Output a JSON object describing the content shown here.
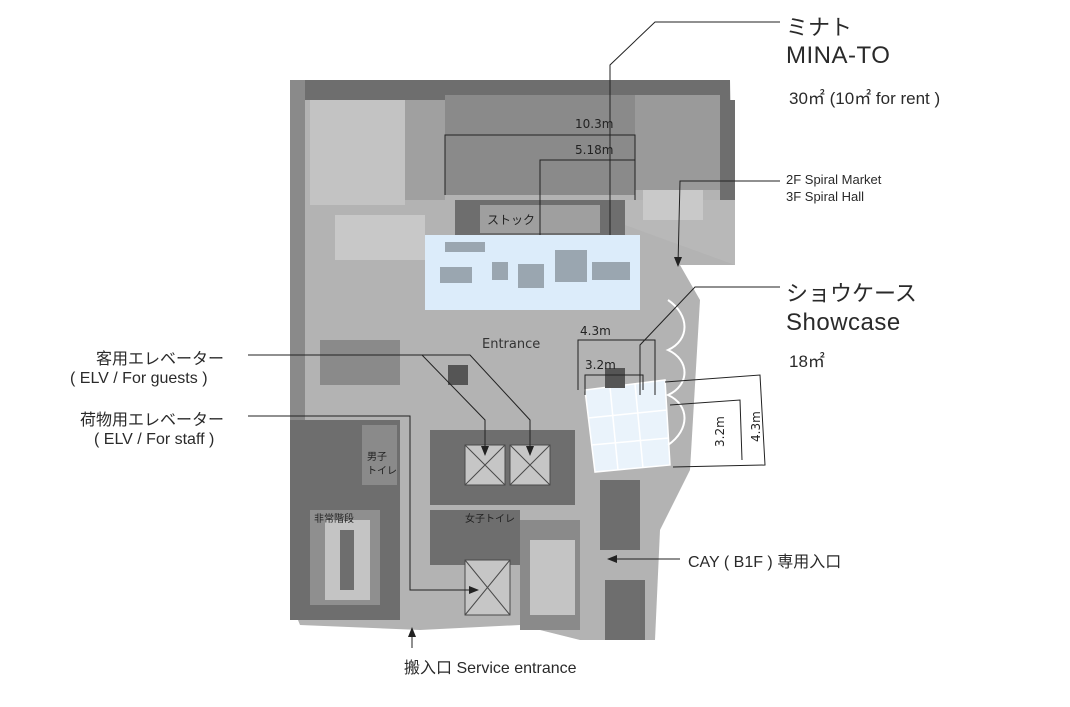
{
  "minato": {
    "jp": "ミナト",
    "en": "MINA-TO",
    "area": "30㎡ (10㎡ for rent )"
  },
  "dims_minato": {
    "w1": "10.3m",
    "w2": "5.18m"
  },
  "upper_floors": {
    "line1": "2F Spiral Market",
    "line2": "3F Spiral Hall"
  },
  "showcase": {
    "jp": "ショウケース",
    "en": "Showcase",
    "area": "18㎡"
  },
  "dims_showcase": {
    "a": "4.3m",
    "b": "3.2m",
    "c": "3.2m",
    "d": "4.3m"
  },
  "elv_guest": {
    "jp": "客用エレベーター",
    "en": "( ELV / For guests )"
  },
  "elv_staff": {
    "jp": "荷物用エレベーター",
    "en": "( ELV / For staff )"
  },
  "cay": {
    "label": "CAY ( B1F )  専用入口"
  },
  "service": {
    "label": "搬入口 Service entrance"
  },
  "rooms": {
    "stock": "ストック",
    "entrance": "Entrance",
    "mens_wc_1": "男子",
    "mens_wc_2": "トイレ",
    "womens_wc": "女子トイレ",
    "stairs": "非常階段"
  },
  "colors": {
    "floor": "#b3b3b3",
    "wall": "#6e6e6e",
    "dark": "#555555",
    "minato_fill": "#dcecfa",
    "showcase_fill": "#eaf3fb"
  }
}
